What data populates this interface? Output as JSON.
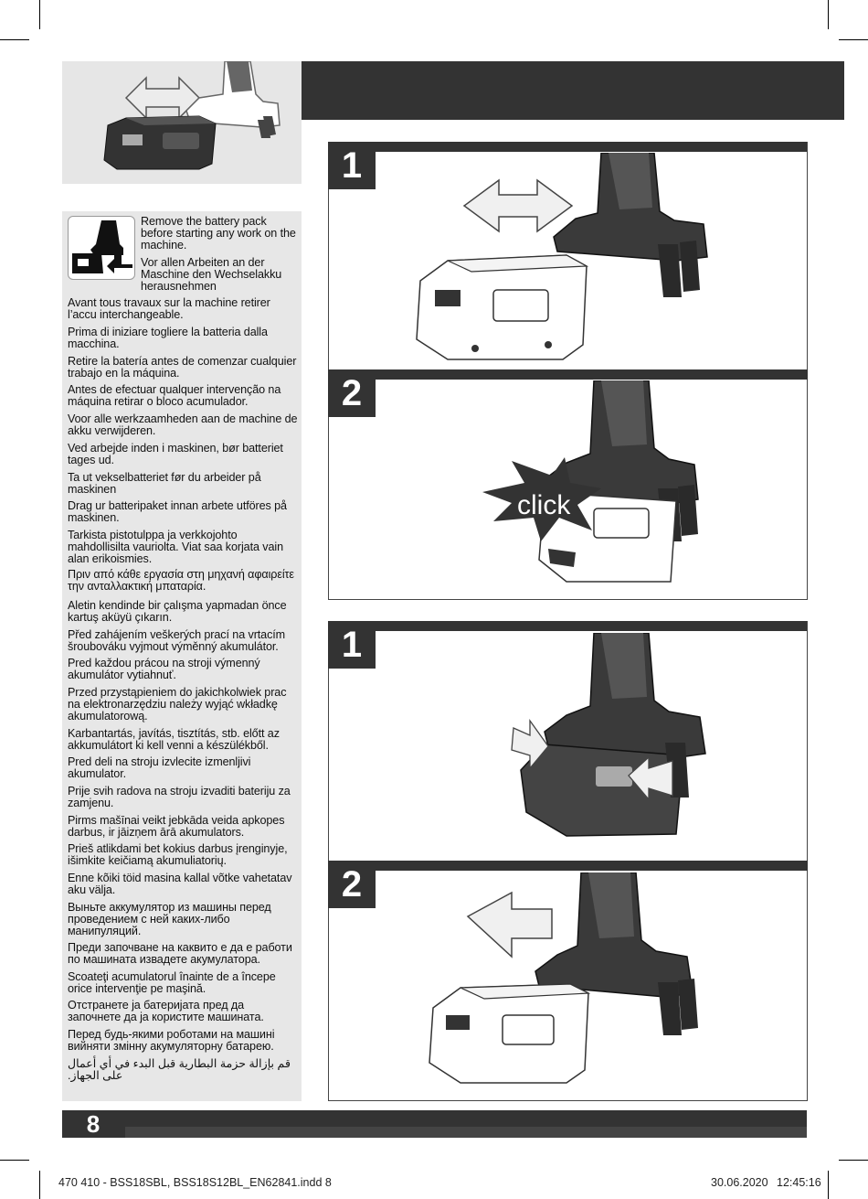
{
  "page_number": "8",
  "click_label": "click",
  "steps": [
    "1",
    "2",
    "1",
    "2"
  ],
  "warnings": [
    "Remove the battery pack before starting any work on the machine.",
    "Vor allen Arbeiten an der Maschine den Wechselakku herausnehmen",
    "Avant tous travaux sur la machine retirer l’accu interchangeable.",
    "Prima di iniziare togliere la batteria dalla macchina.",
    "Retire la batería antes de comenzar cualquier trabajo en la máquina.",
    "Antes de efectuar qualquer intervenção na máquina retirar o bloco acumulador.",
    "Voor alle werkzaamheden aan de machine de akku verwijderen.",
    "Ved arbejde inden i maskinen, bør batteriet tages ud.",
    "Ta ut vekselbatteriet før du arbeider på maskinen",
    "Drag ur batteripaket innan arbete utföres på maskinen.",
    "Tarkista pistotulppa ja verkkojohto mahdollisilta vauriolta. Viat saa korjata vain alan erikoismies.",
    "Πριν από κάθε εργασία στη μηχανή αφαιρείτε την ανταλλακτική μπαταρία.",
    "Aletin kendinde bir çalışma yapmadan önce kartuş aküyü çıkarın.",
    "Před zahájením veškerých prací na vrtacím šroubováku vyjmout výměnný akumulátor.",
    "Pred každou prácou na stroji výmenný akumulátor vytiahnuť.",
    "Przed przystąpieniem do jakichkolwiek prac na elektronarzędziu należy wyjąć wkładkę akumulatorową.",
    "Karbantartás, javítás, tisztítás, stb. előtt az akkumulátort ki kell venni a készülékből.",
    "Pred deli na stroju izvlecite izmenljivi akumulator.",
    "Prije svih radova na stroju izvaditi bateriju za zamjenu.",
    "Pirms mašīnai veikt jebkāda veida apkopes darbus, ir jāizņem ārā akumulators.",
    "Prieš atlikdami bet kokius darbus įrenginyje, išimkite keičiamą akumuliatorių.",
    "Enne kõiki töid masina kallal võtke vahetatav aku välja.",
    "Выньте аккумулятор из машины перед проведением с ней каких-либо манипуляций.",
    "Преди започване на каквито е да е работи по машината извадете акумулатора.",
    "Scoateţi acumulatorul înainte de a începe orice intervenţie pe maşină.",
    "Отстранете ја батеријата пред да започнете да ја користите машината.",
    "Перед будь-якими роботами на машині вийняти змінну акумуляторну батарею.",
    "قم بإزالة حزمة البطارية قبل البدء في أي أعمال على الجهاز."
  ],
  "footer": {
    "file": "470 410 - BSS18SBL, BSS18S12BL_EN62841.indd   8",
    "date": "30.06.2020",
    "time": "12:45:16"
  }
}
